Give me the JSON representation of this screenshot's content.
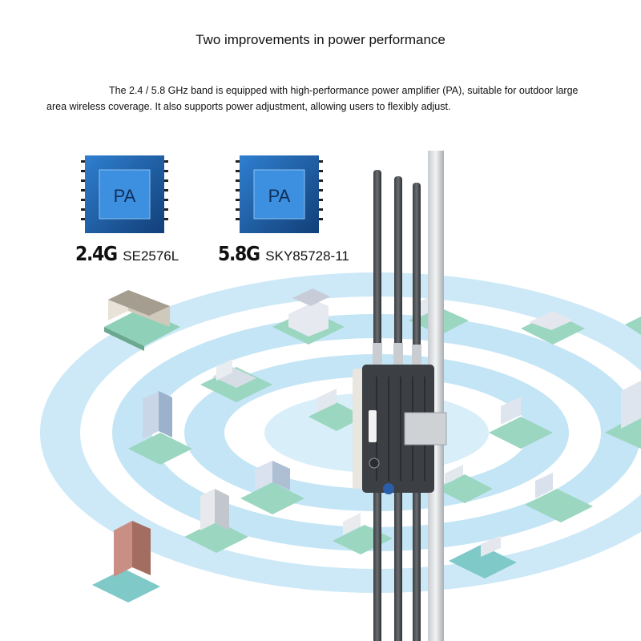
{
  "title": "Two improvements in power performance",
  "description": "The 2.4 / 5.8 GHz band is equipped with high-performance power amplifier (PA), suitable for outdoor large area wireless coverage. It also supports power adjustment, allowing users to flexibly adjust.",
  "chips": [
    {
      "chip_text": "PA",
      "band": "2.4G",
      "part": "SE2576L"
    },
    {
      "chip_text": "PA",
      "band": "5.8G",
      "part": "SKY85728-11"
    }
  ],
  "colors": {
    "chip_blue": "#1d5fa8",
    "chip_dark": "#123f78",
    "coverage": "#bfe3f5",
    "background": "#ffffff"
  },
  "icons": [
    "chip-icon",
    "building-icon",
    "antenna-pole-icon",
    "access-point-icon"
  ]
}
